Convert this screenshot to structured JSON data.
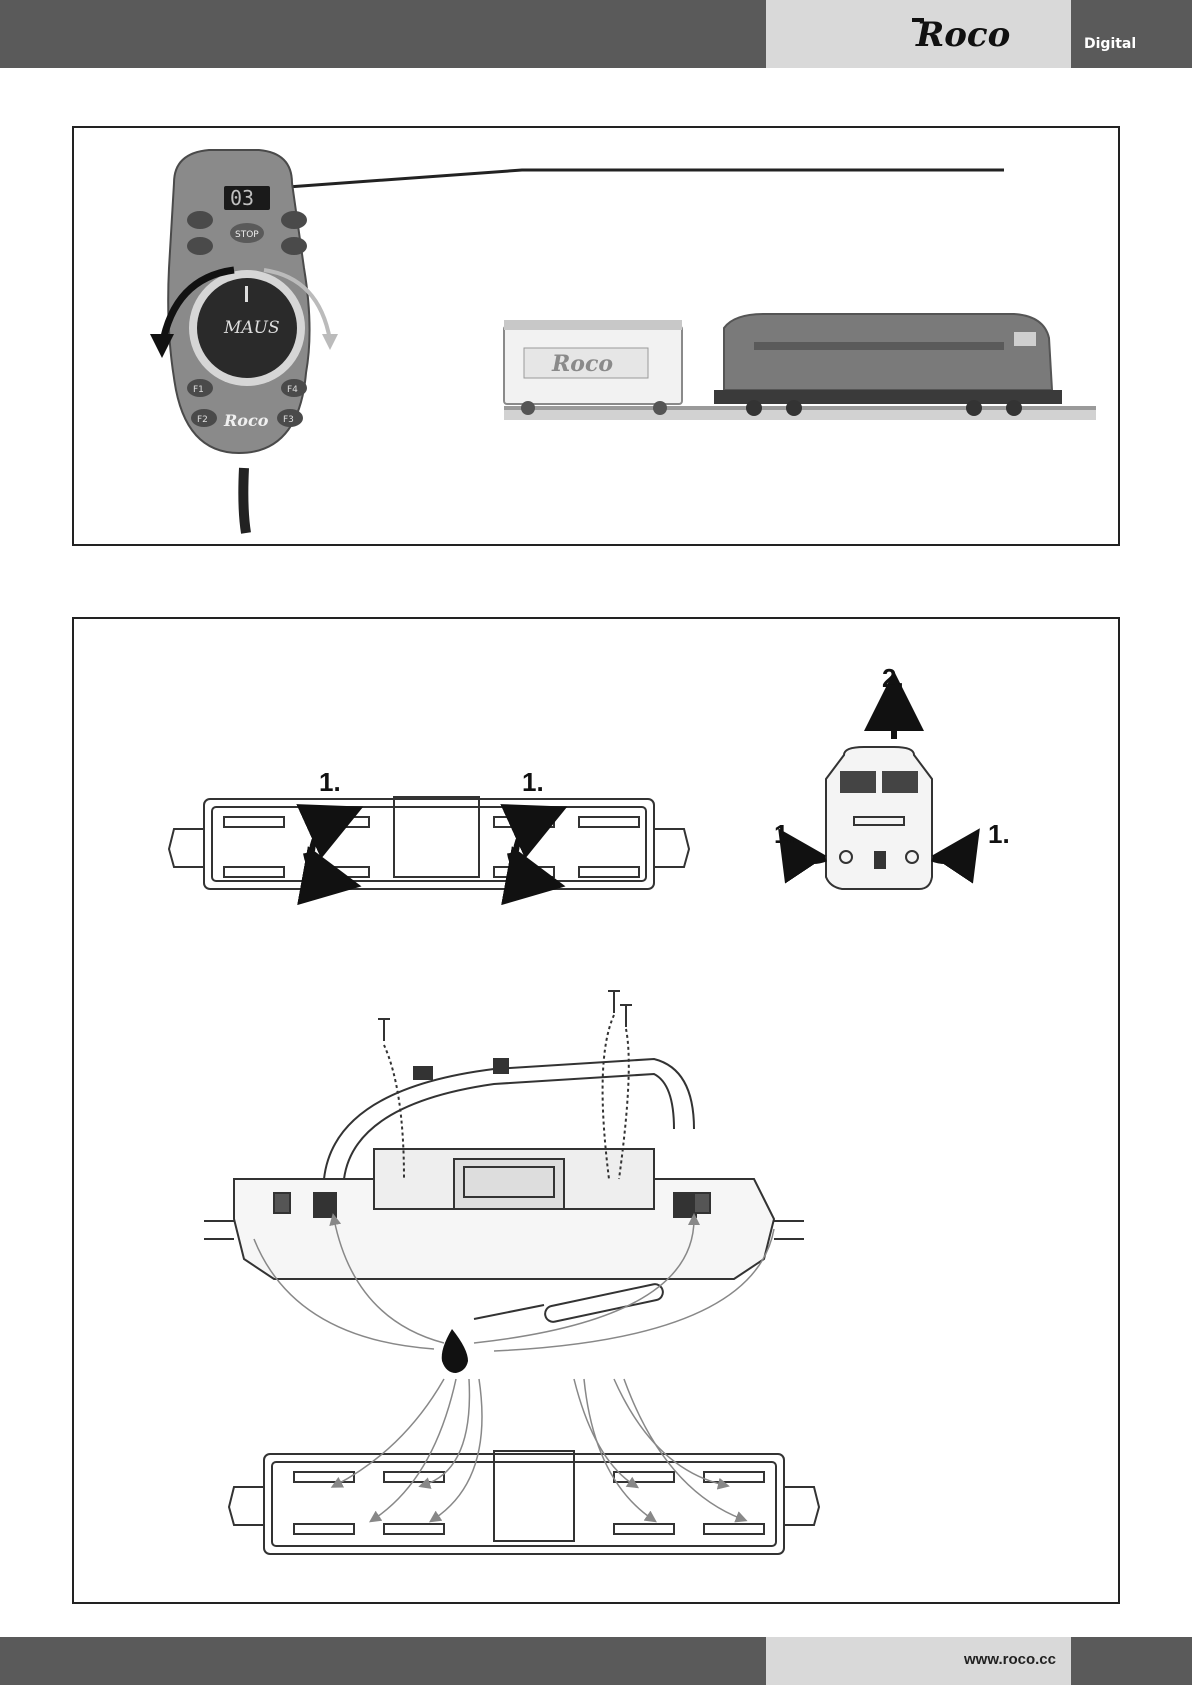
{
  "header": {
    "brand": "Roco",
    "section": "Digital"
  },
  "footer": {
    "url": "www.roco.cc"
  },
  "panel1": {
    "controller": {
      "display": "03",
      "stop_label": "STOP",
      "dial_label": "MAUS",
      "brand": "Roco",
      "function_keys": [
        "F1",
        "F2",
        "F3",
        "F4"
      ]
    },
    "wagon_logo": "Roco"
  },
  "panel2": {
    "steps": {
      "chassis_left": "1.",
      "chassis_right": "1.",
      "front_top": "2.",
      "front_left": "1.",
      "front_right": "1."
    }
  },
  "colors": {
    "bar_dark": "#5a5a5a",
    "bar_light": "#d9d9d9",
    "controller_body": "#8a8a8a",
    "display": "#1a1a1a",
    "locomotive": "#7a7a7a"
  }
}
